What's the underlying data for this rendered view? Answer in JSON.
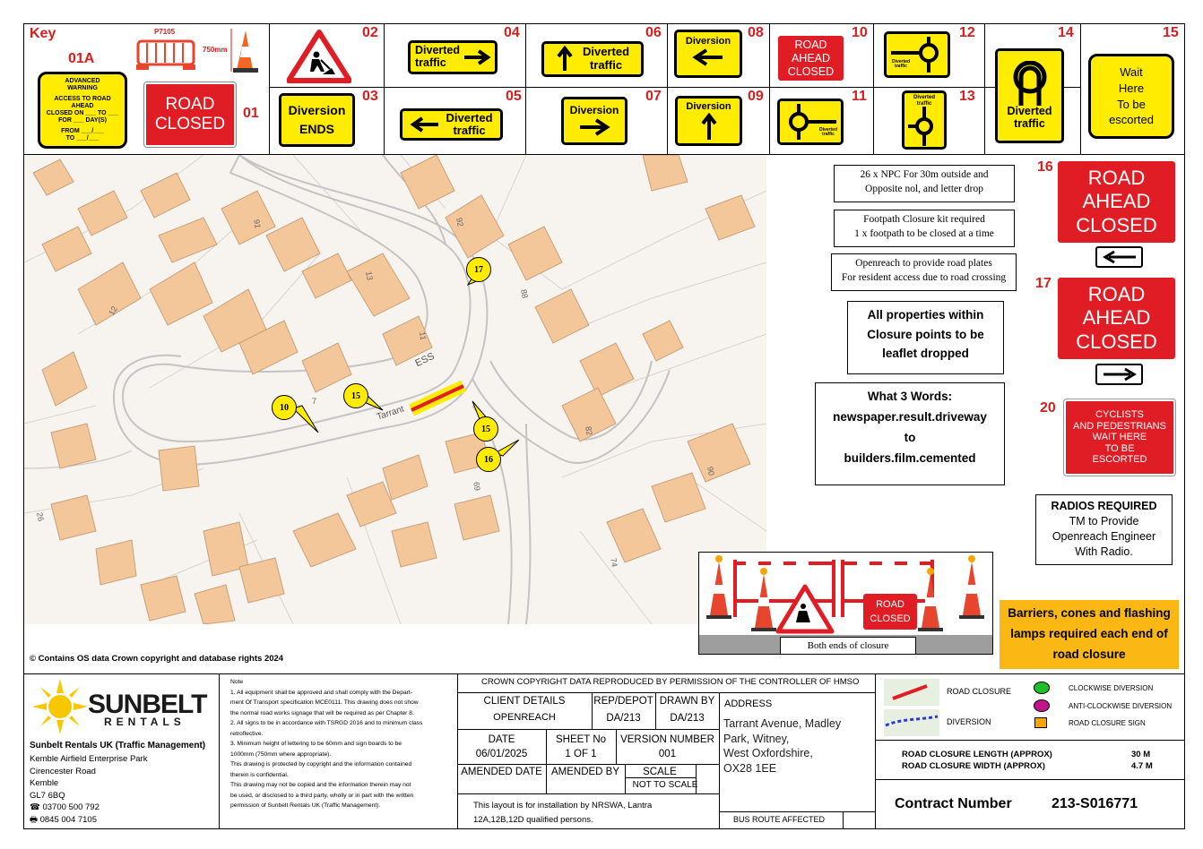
{
  "key": {
    "title": "Key",
    "sign_01a_label": "01A",
    "sign_01a_text": [
      "ADVANCED",
      "WARNING",
      "ACCESS TO ROAD AHEAD",
      "CLOSED ON ___ TO ___",
      "FOR ___ DAY(S)",
      "FROM ___/___",
      "TO ___/___"
    ],
    "barrier_code": "P7105",
    "cone_height": "750mm",
    "sign_01_label": "01",
    "sign_01_text": [
      "ROAD",
      "CLOSED"
    ],
    "sign_02_label": "02",
    "sign_03_label": "03",
    "sign_03_text": [
      "Diversion",
      "ENDS"
    ],
    "sign_04_label": "04",
    "sign_04_text": [
      "Diverted",
      "traffic"
    ],
    "sign_05_label": "05",
    "sign_05_text": [
      "Diverted",
      "traffic"
    ],
    "sign_06_label": "06",
    "sign_06_text": [
      "Diverted",
      "traffic"
    ],
    "sign_07_label": "07",
    "sign_07_text": "Diversion",
    "sign_08_label": "08",
    "sign_08_text": "Diversion",
    "sign_09_label": "09",
    "sign_09_text": "Diversion",
    "sign_10_label": "10",
    "sign_10_text": [
      "ROAD",
      "AHEAD",
      "CLOSED"
    ],
    "sign_11_label": "11",
    "sign_11_text": [
      "Diverted",
      "traffic"
    ],
    "sign_12_label": "12",
    "sign_12_text": [
      "Diverted",
      "traffic"
    ],
    "sign_13_label": "13",
    "sign_13_text": [
      "Diverted",
      "traffic"
    ],
    "sign_14_label": "14",
    "sign_14_text": [
      "Diverted",
      "traffic"
    ],
    "sign_15_label": "15",
    "sign_15_text": [
      "Wait",
      "Here",
      "To be",
      "escorted"
    ]
  },
  "map": {
    "house_numbers": [
      "91",
      "92",
      "12",
      "13",
      "88",
      "11",
      "7",
      "82",
      "69",
      "90",
      "74",
      "26"
    ],
    "street_label": "Tarrant",
    "ess_label": "ESS",
    "callouts": [
      "10",
      "15",
      "15",
      "16",
      "17"
    ],
    "copyright": "© Contains OS data Crown copyright and database rights 2024"
  },
  "notes": {
    "npc": [
      "26 x NPC For 30m outside and",
      "Opposite nol, and letter drop"
    ],
    "footpath": [
      "Footpath Closure kit required",
      "1 x footpath to be closed at a time"
    ],
    "road_plates": [
      "Openreach to provide road plates",
      "For resident access due to road crossing"
    ],
    "leaflet": [
      "All properties within",
      "Closure points to be",
      "leaflet dropped"
    ],
    "w3w": [
      "What 3 Words:",
      "newspaper.result.driveway",
      "to",
      "builders.film.cemented"
    ],
    "radios": [
      "RADIOS REQUIRED",
      "TM to Provide",
      "Openreach Engineer",
      "With Radio."
    ],
    "barriers": [
      "Barriers, cones and flashing",
      "lamps required each end of",
      "road closure"
    ],
    "both_ends": "Both ends of closure",
    "closure_sign": [
      "ROAD",
      "CLOSED"
    ]
  },
  "right_signs": {
    "s16_label": "16",
    "s16_text": [
      "ROAD",
      "AHEAD",
      "CLOSED"
    ],
    "s17_label": "17",
    "s17_text": [
      "ROAD",
      "AHEAD",
      "CLOSED"
    ],
    "s20_label": "20",
    "s20_text": [
      "CYCLISTS",
      "AND PEDESTRIANS",
      "WAIT HERE",
      "TO BE",
      "ESCORTED"
    ]
  },
  "titleblock": {
    "logo_text": "SUNBELT",
    "logo_sub": "RENTALS",
    "company": "Sunbelt Rentals UK (Traffic Management)",
    "address_lines": [
      "Kemble Airfield Enterprise Park",
      "Cirencester Road",
      "Kemble",
      "GL7 6BQ"
    ],
    "phone": "☎ 03700 500 792",
    "fax": "🖶 0845 004 7105",
    "note_title": "Note",
    "note_lines": [
      "1. All equipment shall be approved and shall comply with the Depart-",
      "ment Of Transport specification MCE0111. This drawing does not show",
      "the normal road works signage that will be required as per Chapter 8.",
      "2. All signs to be in accordance with TSRGD 2016 and to minimum class",
      "retroflective.",
      "3. Minimum height of lettering to be 60mm and sign boards to be",
      "1000mm (750mm where appropriate).",
      "This drawing is protected by copyright and the information contained",
      "therein is confidential.",
      "This drawing may not be copied and the information therein may not",
      "be used, or disclosed to a third party, wholly or in part with the written",
      "permission of Sunbelt Rentals UK (Traffic Management)."
    ],
    "crown": "CROWN COPYRIGHT DATA REPRODUCED BY PERMISSION OF THE CONTROLLER OF HMSO",
    "client_label": "CLIENT DETAILS",
    "client_value": "OPENREACH",
    "rep_label": "REP/DEPOT",
    "rep_value": "DA/213",
    "drawn_label": "DRAWN BY",
    "drawn_value": "DA/213",
    "address_label": "ADDRESS",
    "address_value": [
      "Tarrant Avenue, Madley",
      "Park, Witney,",
      "West Oxfordshire,",
      "OX28 1EE"
    ],
    "date_label": "DATE",
    "date_value": "06/01/2025",
    "sheet_label": "SHEET No",
    "sheet_value": "1 OF 1",
    "version_label": "VERSION NUMBER",
    "version_value": "001",
    "amended_date_label": "AMENDED DATE",
    "amended_by_label": "AMENDED BY",
    "scale_label": "SCALE",
    "scale_value": "NOT TO SCALE",
    "install_text": [
      "This layout is for installation by NRSWA, Lantra",
      "12A,12B,12D qualified persons."
    ],
    "bus_route": "BUS ROUTE AFFECTED",
    "legend_closure": "ROAD CLOSURE",
    "legend_diversion": "DIVERSION",
    "legend_clockwise": "CLOCKWISE DIVERSION",
    "legend_anticlockwise": "ANTI-CLOCKWISE DIVERSION",
    "legend_sign": "ROAD CLOSURE SIGN",
    "length_label": "ROAD CLOSURE LENGTH (APPROX)",
    "length_value": "30 M",
    "width_label": "ROAD CLOSURE WIDTH (APPROX)",
    "width_value": "4.7 M",
    "contract_label": "Contract Number",
    "contract_value": "213-S016771"
  },
  "colors": {
    "sign_yellow": "#ffec00",
    "sign_red": "#e01d25",
    "label_red": "#d81e1e",
    "house": "#f4c79a",
    "road_outline": "#bdbdbd",
    "notice_orange": "#fbb713"
  }
}
